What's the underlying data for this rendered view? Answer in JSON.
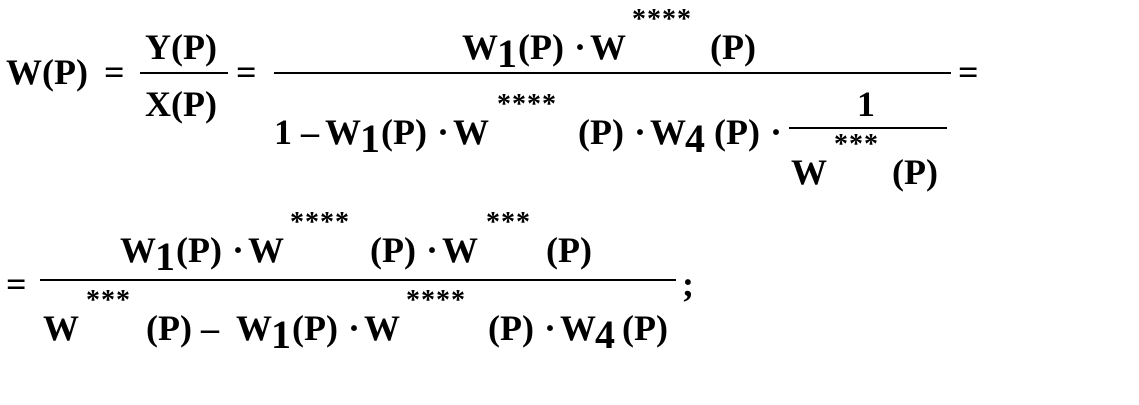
{
  "equation": {
    "lhs": "W(P)",
    "eq": "=",
    "frac1": {
      "num": "Y(P)",
      "den": "X(P)"
    },
    "eq2": "=",
    "frac2": {
      "num": {
        "w": "W",
        "sub1": "1",
        "p1": "(P)",
        "dot": "·",
        "w2": "W",
        "stars": "****",
        "p2": "(P)"
      },
      "den": {
        "one_minus": "1 –",
        "w": "W",
        "sub1": "1",
        "p1": "(P)",
        "dot1": "·",
        "w2": "W",
        "stars": "****",
        "p2": "(P)",
        "dot2": "·",
        "w4": "W",
        "sub4": "4",
        "p3": "(P)",
        "dot3": "·",
        "inner_num": "1",
        "inner_den_w": "W",
        "inner_den_stars": "***",
        "inner_den_p": "(P)"
      }
    },
    "eq3": "=",
    "line2": {
      "eq": "=",
      "num": {
        "w": "W",
        "sub1": "1",
        "p1": "(P)",
        "dot1": "·",
        "w2": "W",
        "stars4": "****",
        "p2": "(P)",
        "dot2": "·",
        "w3": "W",
        "stars3": "***",
        "p3": "(P)"
      },
      "den": {
        "w": "W",
        "stars3": "***",
        "p1": "(P) –",
        "w2": "W",
        "sub1": "1",
        "p2": "(P)",
        "dot1": "·",
        "w3": "W",
        "stars4": "****",
        "p3": "(P)",
        "dot2": "·",
        "w4": "W",
        "sub4": "4",
        "p4": "(P)"
      },
      "end": ";"
    }
  }
}
